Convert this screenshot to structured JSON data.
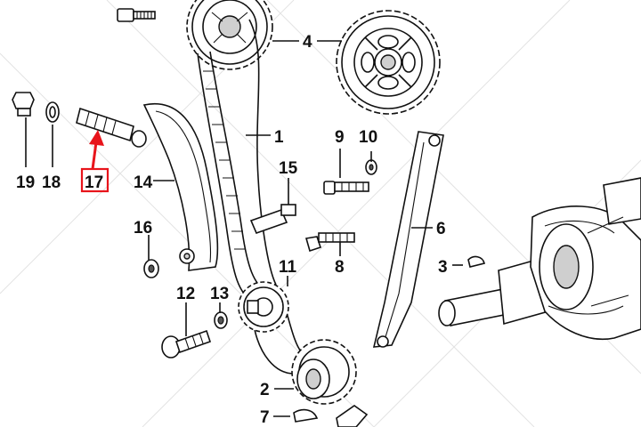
{
  "labels": {
    "p1": "1",
    "p2": "2",
    "p3": "3",
    "p4": "4",
    "p6": "6",
    "p7": "7",
    "p8": "8",
    "p9": "9",
    "p10": "10",
    "p11": "11",
    "p12": "12",
    "p13": "13",
    "p14": "14",
    "p15": "15",
    "p16": "16",
    "p17": "17",
    "p18": "18",
    "p19": "19"
  },
  "highlight": {
    "part": "17",
    "color": "#e8141b"
  }
}
